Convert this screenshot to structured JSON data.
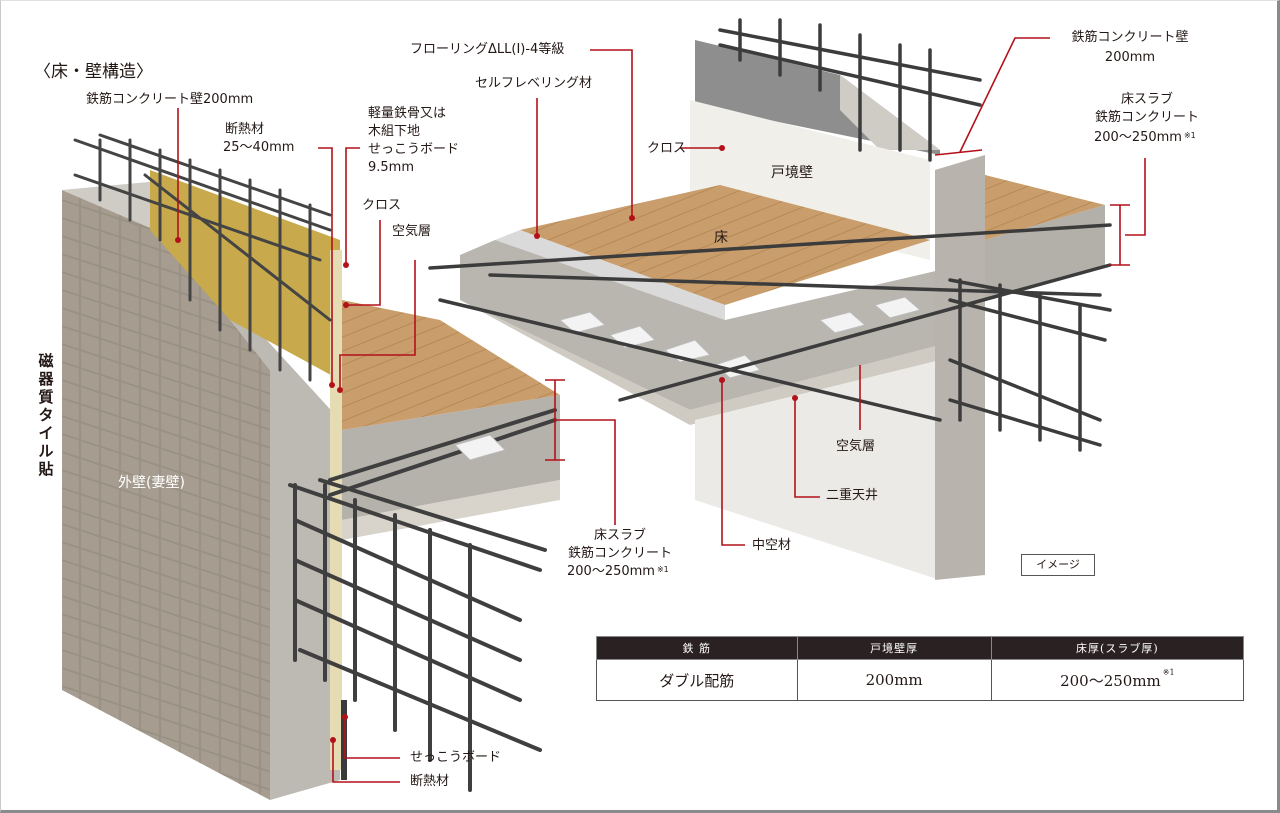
{
  "title": "〈床・壁構造〉",
  "colors": {
    "leader_line": "#b3111a",
    "table_header_bg": "#2a2222",
    "floor_wood": "#c79b68",
    "concrete": "#b9b6b1",
    "insulation": "#c7a94a",
    "tile": "#8e857a"
  },
  "labels": {
    "rc_wall_left": "鉄筋コンクリート壁200mm",
    "insulation_left_1": "断熱材",
    "insulation_left_2": "25〜40mm",
    "steel_frame_1": "軽量鉄骨又は",
    "steel_frame_2": "木組下地",
    "steel_frame_3": "せっこうボード",
    "steel_frame_4": "9.5mm",
    "cloth_left": "クロス",
    "air_layer_left": "空気層",
    "flooring": "フローリングΔLL(Ⅰ)-4等級",
    "self_leveling": "セルフレベリング材",
    "cloth_right": "クロス",
    "partition_wall": "戸境壁",
    "floor": "床",
    "rc_wall_right_1": "鉄筋コンクリート壁",
    "rc_wall_right_2": "200mm",
    "slab_right_1": "床スラブ",
    "slab_right_2": "鉄筋コンクリート",
    "slab_right_3": "200〜250mm",
    "slab_right_note": "※1",
    "tile_vertical": [
      "磁",
      "器",
      "質",
      "タ",
      "イ",
      "ル",
      "貼"
    ],
    "exterior_wall": "外壁(妻壁)",
    "slab_left_1": "床スラブ",
    "slab_left_2": "鉄筋コンクリート",
    "slab_left_3": "200〜250mm",
    "slab_left_note": "※1",
    "hollow_material": "中空材",
    "air_layer_right": "空気層",
    "double_ceiling": "二重天井",
    "gypsum_board": "せっこうボード",
    "insulation_bottom": "断熱材",
    "image_tag": "イメージ"
  },
  "spec_table": {
    "headers": [
      "鉄 筋",
      "戸境壁厚",
      "床厚(スラブ厚)"
    ],
    "row": [
      "ダブル配筋",
      "200mm",
      "200〜250mm"
    ],
    "row_note": "※1"
  }
}
